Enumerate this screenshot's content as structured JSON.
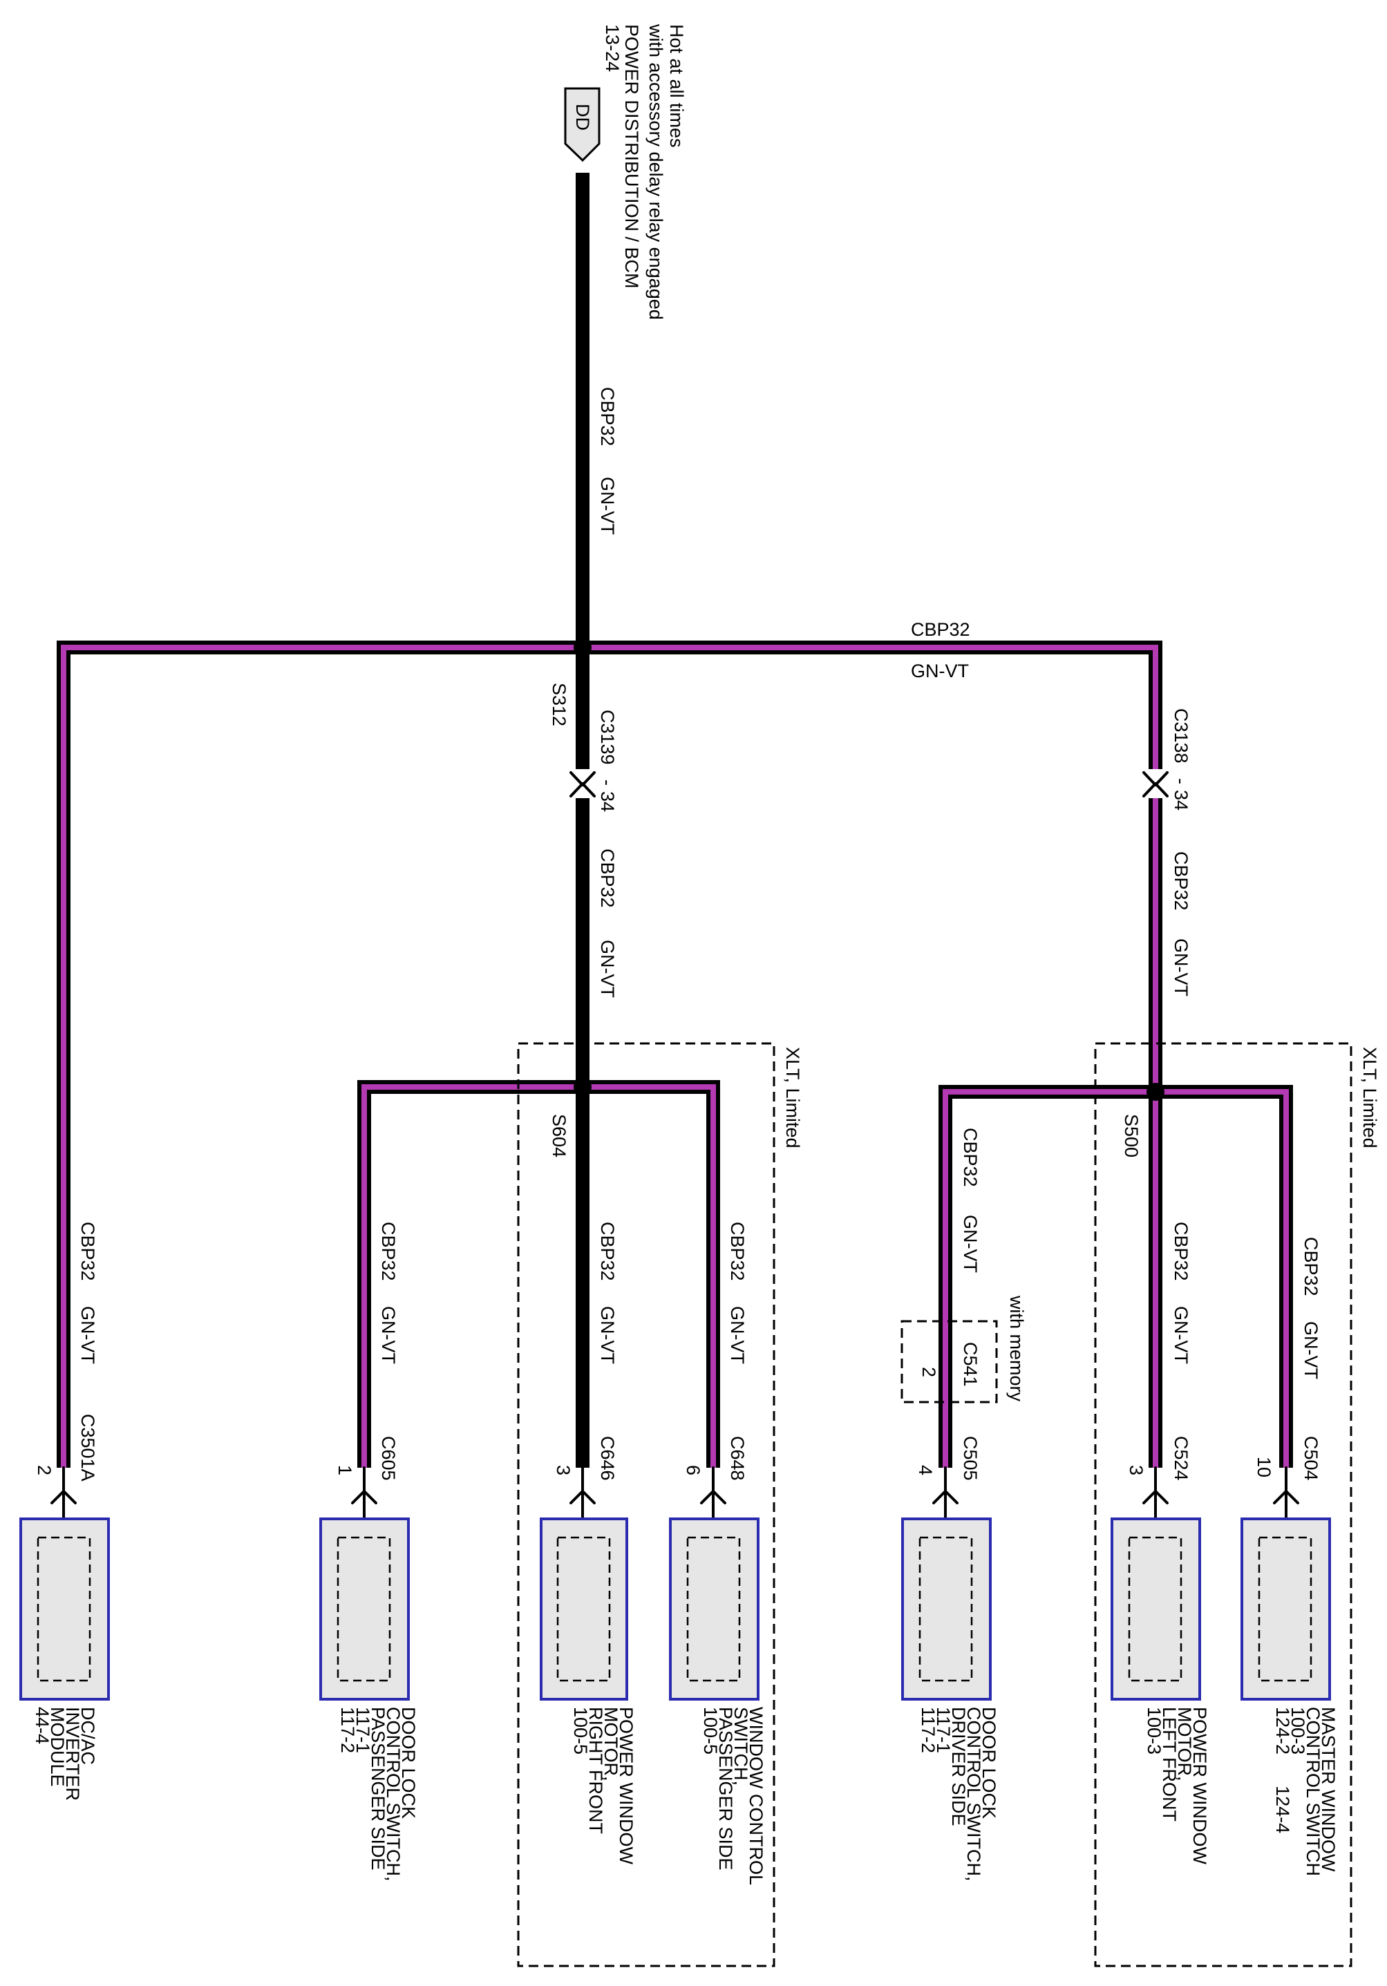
{
  "colors": {
    "wire_outline": "#000000",
    "wire_primary": "#b43ab4",
    "wire_main": "#111111",
    "component_fill": "#e6e6e6",
    "component_border": "#2b2bb0"
  },
  "source": {
    "note_line1": "Hot at all times",
    "note_line2": "with accessory delay relay engaged",
    "name": "POWER DISTRIBUTION / BCM",
    "ref": "13-24",
    "terminal": "DD"
  },
  "circuit": "CBP32",
  "color_code": "GN-VT",
  "splices": {
    "main": "S312",
    "passenger": "S604",
    "driver": "S500"
  },
  "inline": {
    "c3139": {
      "name": "C3139",
      "sep": "-",
      "pin": "34"
    },
    "c3138": {
      "name": "C3138",
      "sep": "-",
      "pin": "34"
    },
    "c541": {
      "name": "C541",
      "pin": "2",
      "note": "with memory"
    }
  },
  "options": {
    "passenger": "XLT, Limited",
    "driver": "XLT, Limited"
  },
  "components": [
    {
      "id": "dcac",
      "connector": "C3501A",
      "pin": "2",
      "lines": [
        "DC/AC",
        "INVERTER",
        "MODULE",
        "44-4"
      ]
    },
    {
      "id": "doorlock-pass",
      "connector": "C605",
      "pin": "1",
      "lines": [
        "DOOR LOCK",
        "CONTROL SWITCH,",
        "PASSENGER SIDE",
        "117-1",
        "117-2"
      ]
    },
    {
      "id": "pwm-rf",
      "connector": "C646",
      "pin": "3",
      "lines": [
        "POWER WINDOW",
        "MOTOR,",
        "RIGHT FRONT",
        "100-5"
      ]
    },
    {
      "id": "wcs-pass",
      "connector": "C648",
      "pin": "6",
      "lines": [
        "WINDOW CONTROL",
        "SWITCH,",
        "PASSENGER SIDE",
        "100-5"
      ]
    },
    {
      "id": "doorlock-drv",
      "connector": "C505",
      "pin": "4",
      "lines": [
        "DOOR LOCK",
        "CONTROL SWITCH,",
        "DRIVER SIDE",
        "117-1",
        "117-2"
      ]
    },
    {
      "id": "pwm-lf",
      "connector": "C524",
      "pin": "3",
      "lines": [
        "POWER WINDOW",
        "MOTOR,",
        "LEFT FRONT",
        "100-3"
      ]
    },
    {
      "id": "mwcs",
      "connector": "C504",
      "pin": "10",
      "lines": [
        "MASTER WINDOW",
        "CONTROL SWITCH",
        "100-3",
        "124-2      124-4"
      ]
    }
  ]
}
